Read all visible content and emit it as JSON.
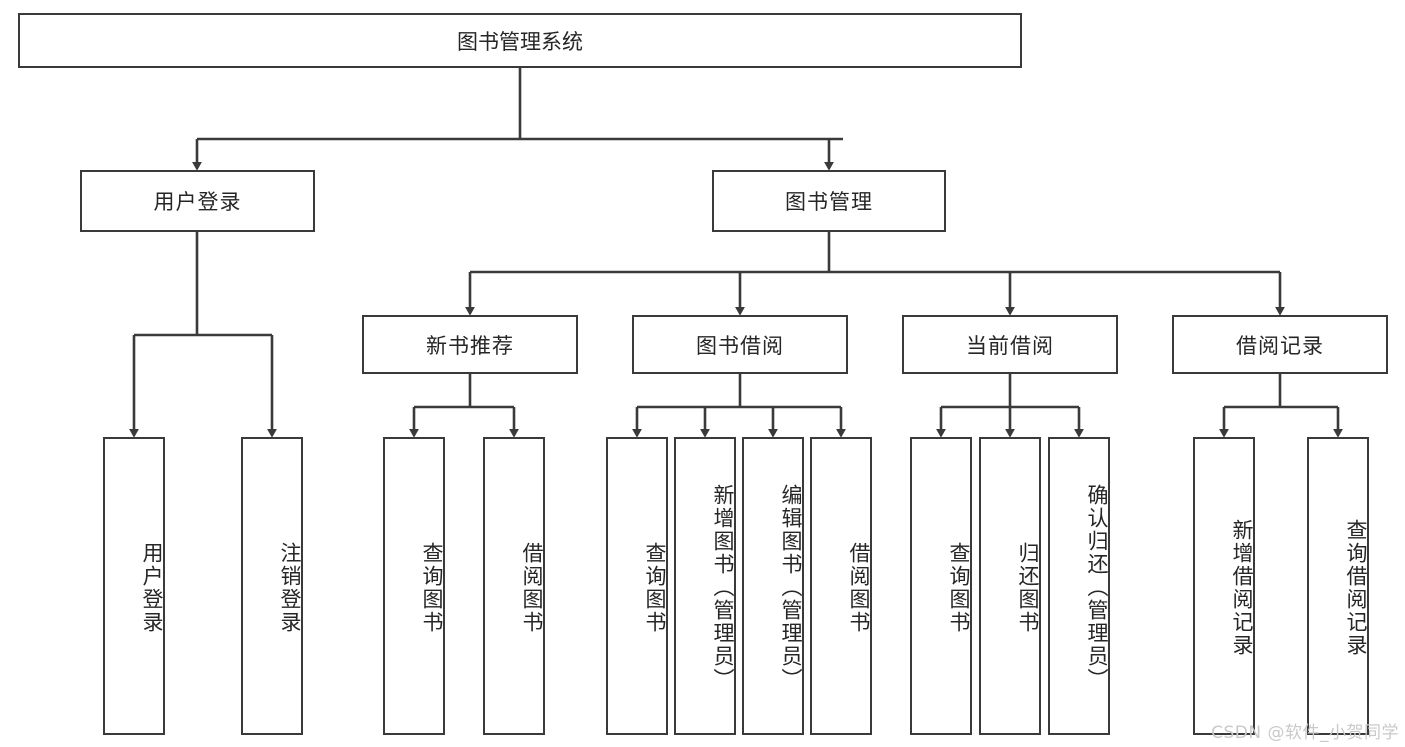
{
  "diagram": {
    "title_text": "图书管理系统",
    "type": "tree-hierarchy-diagram",
    "colors": {
      "box_border": "#3a3a3a",
      "box_fill": "#ffffff",
      "connector": "#3a3a3a",
      "text": "#262626",
      "watermark": "#c9c9c9",
      "background": "#ffffff"
    },
    "root": {
      "label": "图书管理系统"
    },
    "level2": [
      {
        "label": "用户登录"
      },
      {
        "label": "图书管理"
      }
    ],
    "level3": [
      {
        "label": "新书推荐"
      },
      {
        "label": "图书借阅"
      },
      {
        "label": "当前借阅"
      },
      {
        "label": "借阅记录"
      }
    ],
    "leaves": {
      "user_login": [
        {
          "label": "用户登录"
        },
        {
          "label": "注销登录"
        }
      ],
      "new_book_recommend": [
        {
          "label": "查询图书"
        },
        {
          "label": "借阅图书"
        }
      ],
      "book_borrow": [
        {
          "label": "查询图书"
        },
        {
          "label": "新增图书（管理员）"
        },
        {
          "label": "编辑图书（管理员）"
        },
        {
          "label": "借阅图书"
        }
      ],
      "current_borrow": [
        {
          "label": "查询图书"
        },
        {
          "label": "归还图书"
        },
        {
          "label": "确认归还（管理员）"
        }
      ],
      "borrow_record": [
        {
          "label": "新增借阅记录"
        },
        {
          "label": "查询借阅记录"
        }
      ]
    }
  },
  "watermark": {
    "text": "CSDN @软件_小贺同学"
  }
}
